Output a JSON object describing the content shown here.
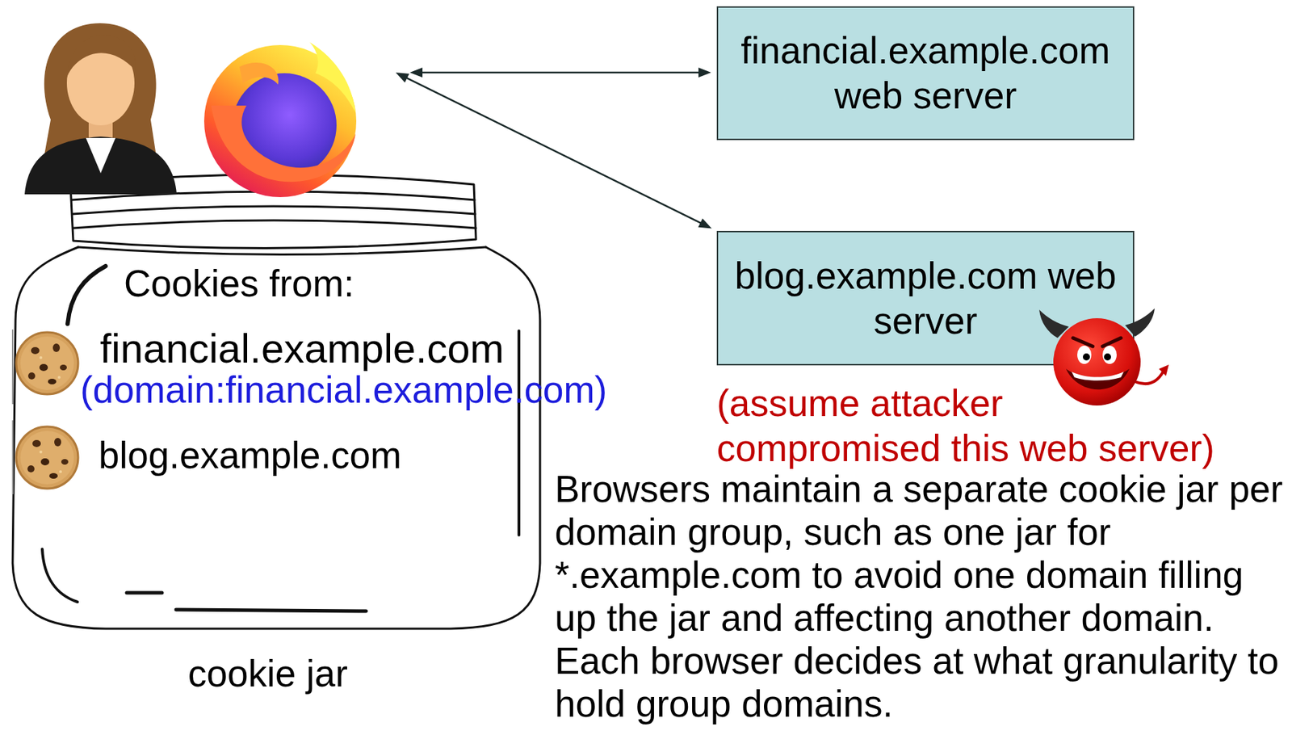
{
  "diagram": {
    "nodes": [
      {
        "text": [
          "Cookies from:",
          "financial.example.com",
          "(domain:financial.example.com)",
          "blog.example.com",
          "cookie jar"
        ]
      },
      {
        "text": [
          "financial.example.com web server"
        ]
      },
      {
        "text": [
          "blog.example.com web server"
        ]
      }
    ],
    "edges": [
      {
        "from": 0,
        "to": 1,
        "arrow": "both"
      },
      {
        "from": 0,
        "to": 2,
        "arrow": "both"
      }
    ],
    "labels": [
      "(assume attacker compromised this web server)",
      "Browsers maintain a separate cookie jar per domain group, such as one jar for *.example.com to avoid one domain filling up the jar and affecting another domain. Each browser decides at what granularity to hold group domains."
    ]
  }
}
